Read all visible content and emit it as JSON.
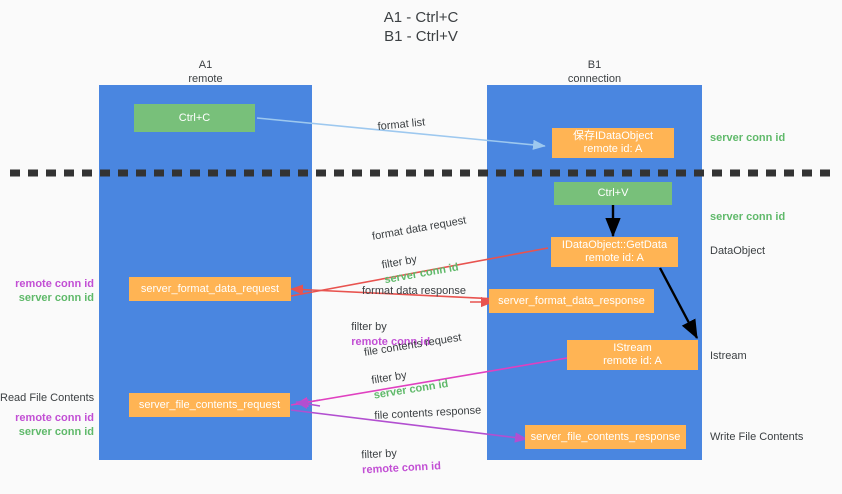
{
  "title": "A1 - Ctrl+C\nB1 - Ctrl+V",
  "columns": [
    {
      "id": "a1",
      "title": "A1\nremote"
    },
    {
      "id": "b1",
      "title": "B1\nconnection"
    }
  ],
  "boxes": {
    "ctrl_c": "Ctrl+C",
    "ctrl_v": "Ctrl+V",
    "save_idataobject": "保存IDataObject\nremote id: A",
    "getdata": "IDataObject::GetData\nremote id: A",
    "istream": "IStream\nremote id: A",
    "server_format_data_request": "server_format_data_request",
    "server_format_data_response": "server_format_data_response",
    "server_file_contents_request": "server_file_contents_request",
    "server_file_contents_response": "server_file_contents_response"
  },
  "edge_labels": {
    "format_list": "format list",
    "format_data_request": "format data request",
    "format_data_response": "format data response",
    "file_contents_request": "file contents request",
    "file_contents_response": "file contents response",
    "filter_by": "filter by",
    "server_conn_id": "server conn id",
    "remote_conn_id": "remote conn id"
  },
  "right_annotations": [
    {
      "id": "server-conn-id-top",
      "text": "server conn id",
      "style": "green"
    },
    {
      "id": "server-conn-id-mid",
      "text": "server conn id",
      "style": "green"
    },
    {
      "id": "dataobject",
      "text": "DataObject",
      "style": "plain"
    },
    {
      "id": "istream",
      "text": "Istream",
      "style": "plain"
    },
    {
      "id": "write-file-contents",
      "text": "Write File Contents",
      "style": "plain"
    }
  ],
  "left_annotations": [
    {
      "id": "conn-ids-upper",
      "remote": "remote conn id",
      "server": "server conn id"
    },
    {
      "id": "read-file-contents",
      "text": "Read File Contents"
    },
    {
      "id": "conn-ids-lower",
      "remote": "remote conn id",
      "server": "server conn id"
    }
  ],
  "colors": {
    "lane": "#4a86e0",
    "green_box": "#78c07a",
    "orange_box": "#ffb454",
    "green_text": "#5fb96a",
    "purple_text": "#c24fd4",
    "arrow_lightblue": "#9dc8ef",
    "arrow_red": "#e8534f",
    "arrow_black": "#000000",
    "arrow_magenta": "#e040c0",
    "arrow_purple": "#b24fd0",
    "background": "#fafafa"
  }
}
